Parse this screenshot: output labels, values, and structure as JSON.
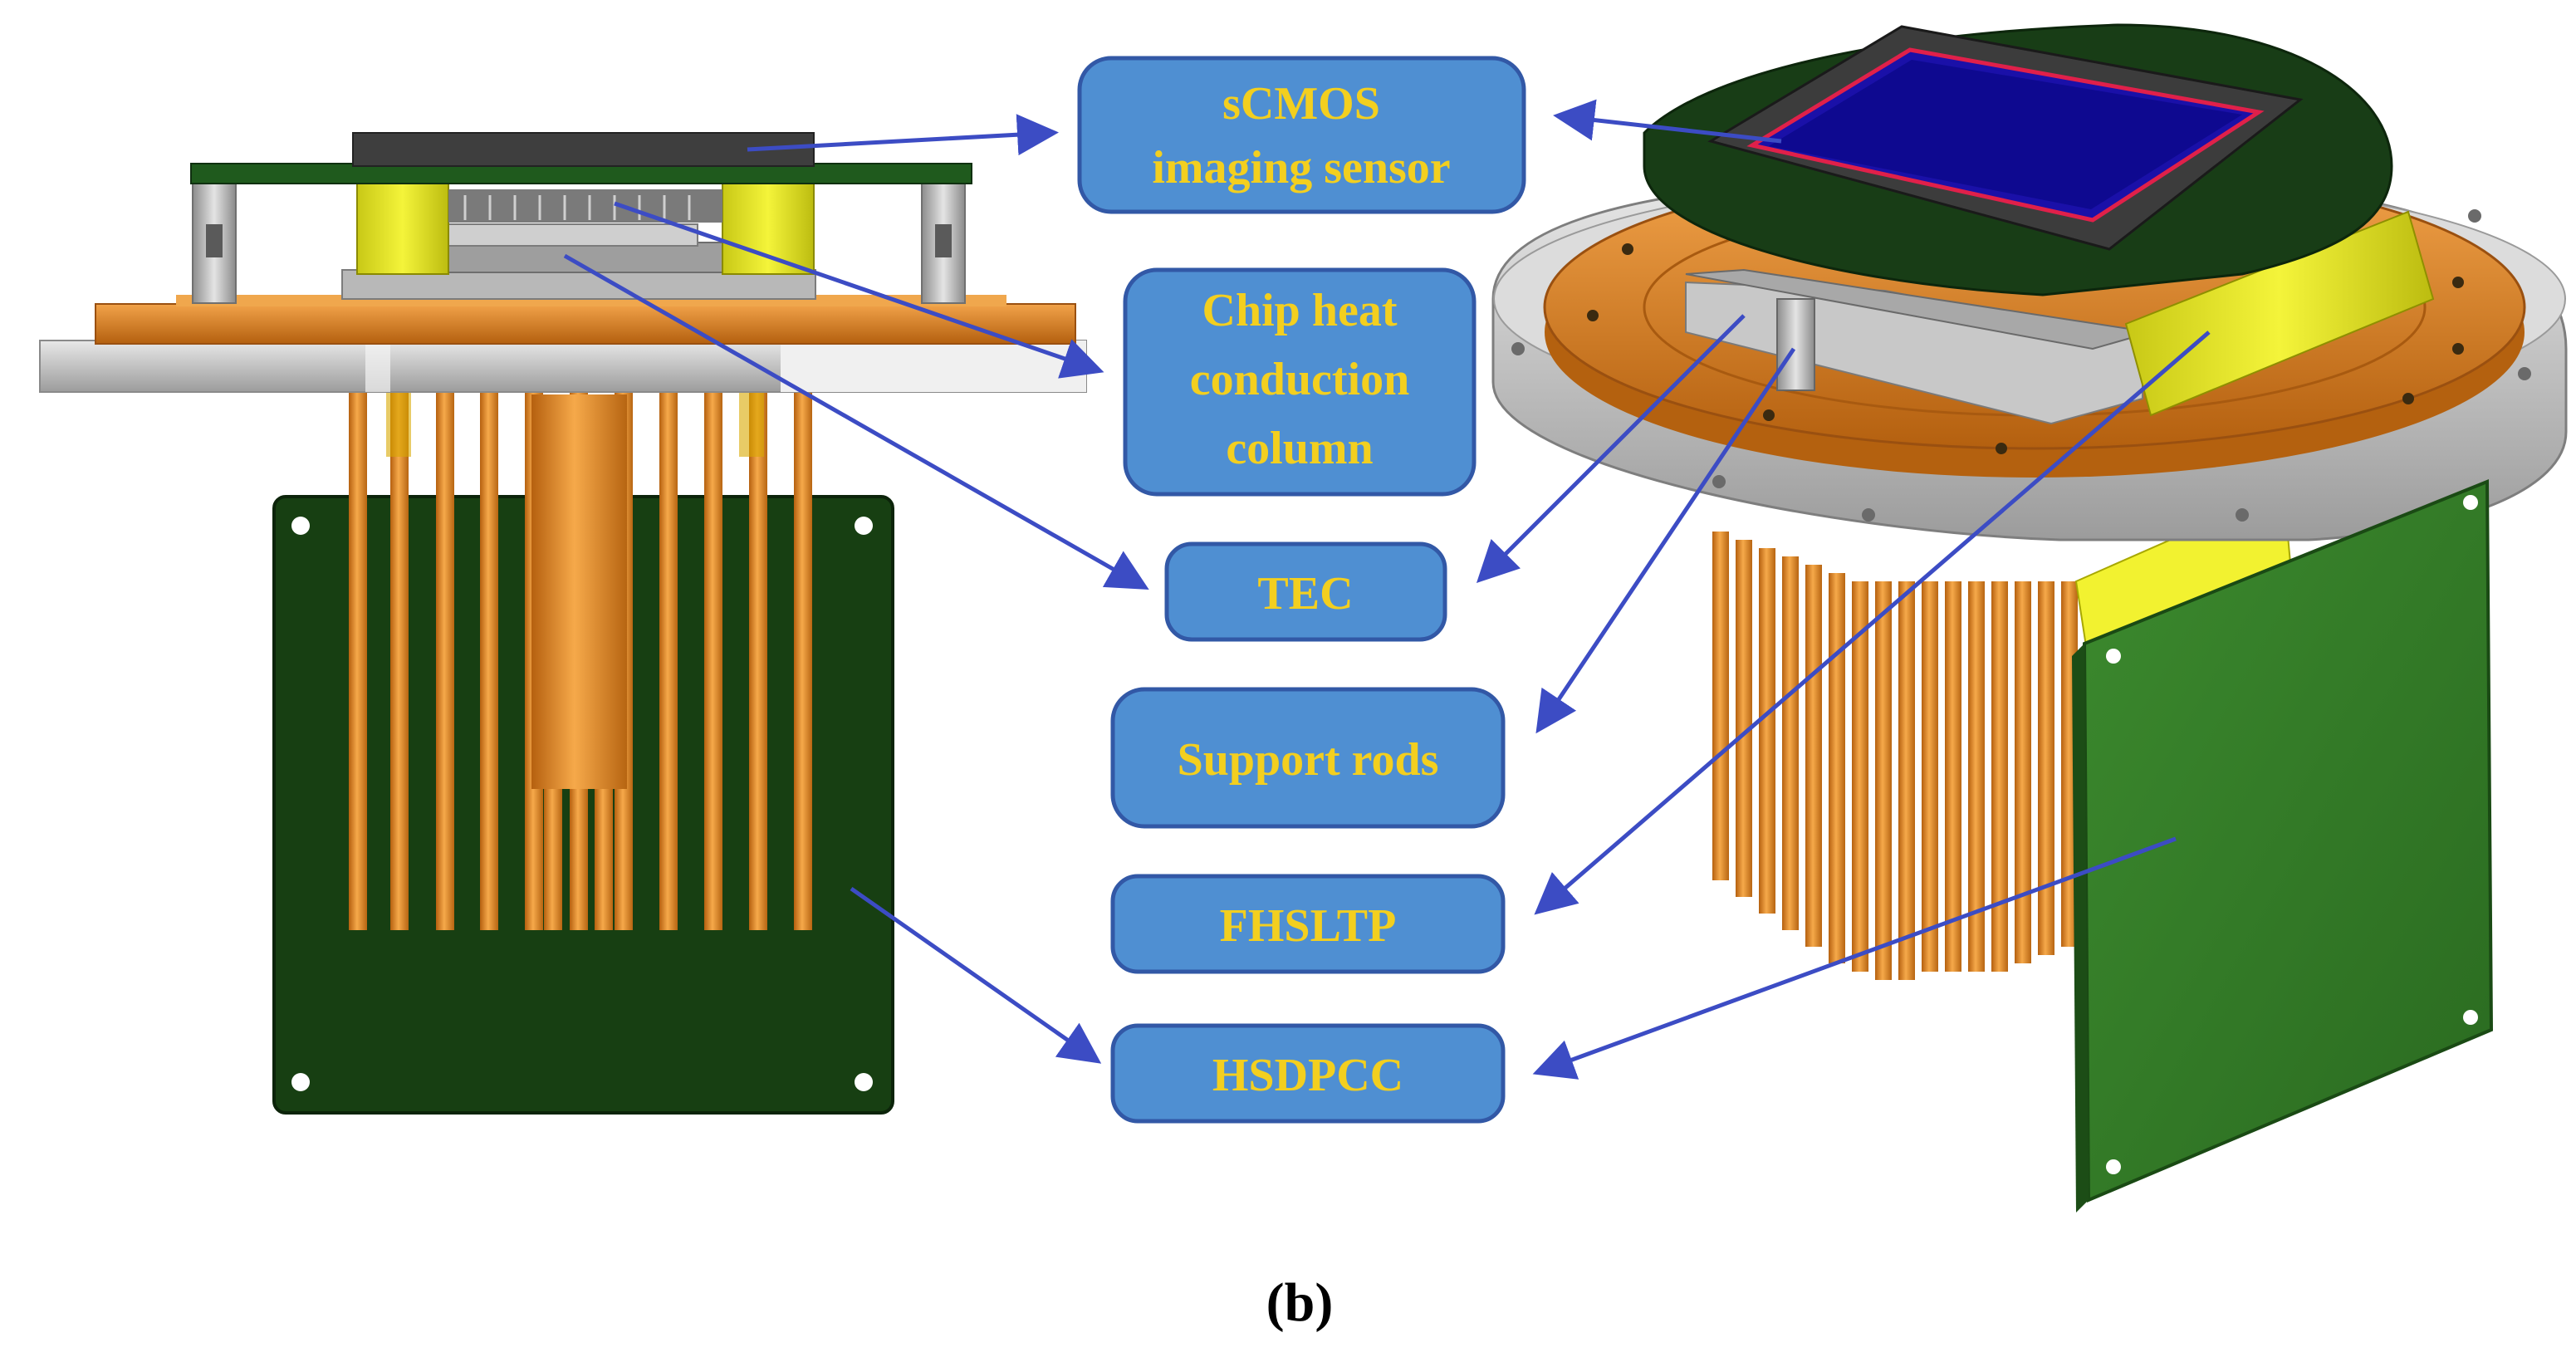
{
  "labels": {
    "scmos_line1": "sCMOS",
    "scmos_line2": "imaging sensor",
    "chip_line1": "Chip heat",
    "chip_line2": "conduction",
    "chip_line3": "column",
    "tec": "TEC",
    "support_rods": "Support rods",
    "fhsltp": "FHSLTP",
    "hsdpcc": "HSDPCC"
  },
  "caption": "(b)",
  "colors": {
    "label_box": "#4f8fd2",
    "label_border": "#3258a6",
    "label_text": "#f3cf1f",
    "arrow": "#3c4cc4",
    "copper": "#e3882a",
    "pcb_green": "#1e5a1a",
    "yellow_plate": "#e9e91e",
    "sensor_blue": "#1a10a8",
    "metal_gray": "#c8c8c8"
  }
}
